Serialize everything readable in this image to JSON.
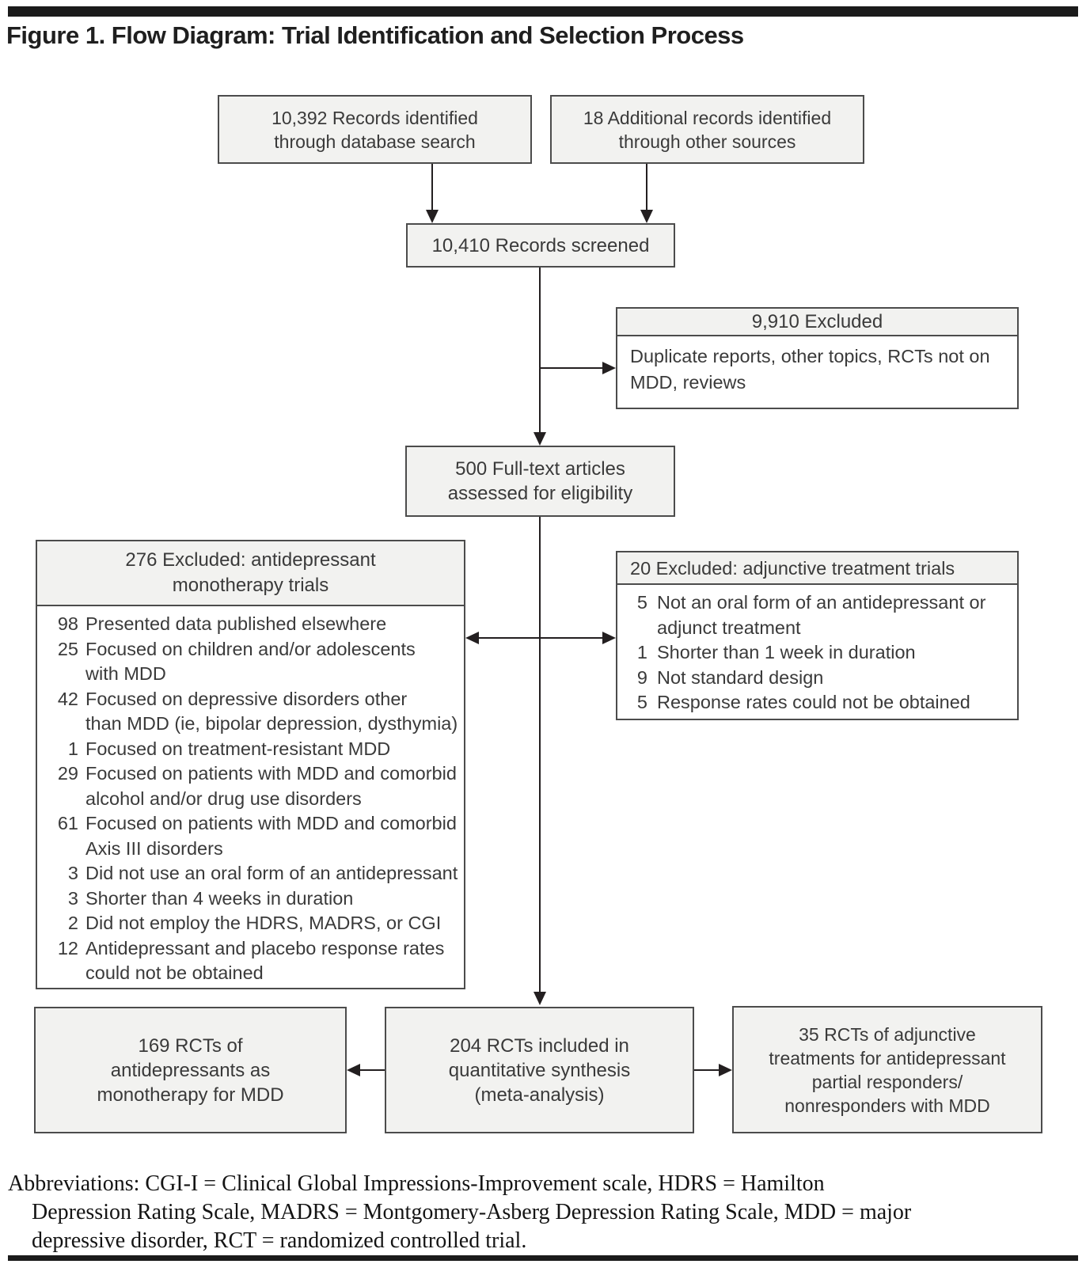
{
  "title": "Figure 1. Flow Diagram: Trial Identification and Selection Process",
  "colors": {
    "box_fill": "#f2f2f0",
    "box_border": "#4c4c4c",
    "line": "#231f20",
    "text": "#3a3a3a"
  },
  "boxes": {
    "identified_db": {
      "label": "10,392 Records identified\nthrough database search"
    },
    "identified_other": {
      "label": "18 Additional records identified\nthrough other sources"
    },
    "screened": {
      "label": "10,410 Records screened"
    },
    "excluded_screening": {
      "header": "9,910 Excluded",
      "body": "Duplicate reports, other topics, RCTs not on\nMDD, reviews"
    },
    "fulltext": {
      "label": "500 Full-text articles\nassessed for eligibility"
    },
    "mono_excluded": {
      "header": "276 Excluded: antidepressant\nmonotherapy trials",
      "items": [
        {
          "num": "98",
          "text": "Presented data published elsewhere"
        },
        {
          "num": "25",
          "text": "Focused on children and/or adolescents\nwith MDD"
        },
        {
          "num": "42",
          "text": "Focused on depressive disorders other\nthan MDD (ie, bipolar depression, dysthymia)"
        },
        {
          "num": "1",
          "text": "Focused on treatment-resistant MDD"
        },
        {
          "num": "29",
          "text": "Focused on patients with MDD and comorbid\nalcohol and/or drug use disorders"
        },
        {
          "num": "61",
          "text": "Focused on patients with MDD and comorbid\nAxis III disorders"
        },
        {
          "num": "3",
          "text": "Did not use an oral form of an antidepressant"
        },
        {
          "num": "3",
          "text": "Shorter than 4 weeks in duration"
        },
        {
          "num": "2",
          "text": "Did not employ the HDRS, MADRS, or CGI"
        },
        {
          "num": "12",
          "text": "Antidepressant and placebo response rates\ncould not be obtained"
        }
      ]
    },
    "adjunct_excluded": {
      "header": "20 Excluded: adjunctive treatment trials",
      "items": [
        {
          "num": "5",
          "text": "Not an oral form of an antidepressant or\nadjunct treatment"
        },
        {
          "num": "1",
          "text": "Shorter than 1 week in duration"
        },
        {
          "num": "9",
          "text": "Not standard design"
        },
        {
          "num": "5",
          "text": "Response rates could not be obtained"
        }
      ]
    },
    "mono_rcts": {
      "label": "169 RCTs of\nantidepressants as\nmonotherapy for MDD"
    },
    "included_rcts": {
      "label": "204 RCTs included in\nquantitative synthesis\n(meta-analysis)"
    },
    "adjunct_rcts": {
      "label": "35 RCTs of adjunctive\ntreatments for antidepressant\npartial responders/\nnonresponders with MDD"
    }
  },
  "footer": {
    "abbreviations": "Abbreviations: CGI-I = Clinical Global Impressions-Improvement scale, HDRS = Hamilton\nDepression Rating Scale, MADRS = Montgomery-Asberg Depression Rating Scale, MDD = major\ndepressive disorder, RCT = randomized controlled trial."
  }
}
